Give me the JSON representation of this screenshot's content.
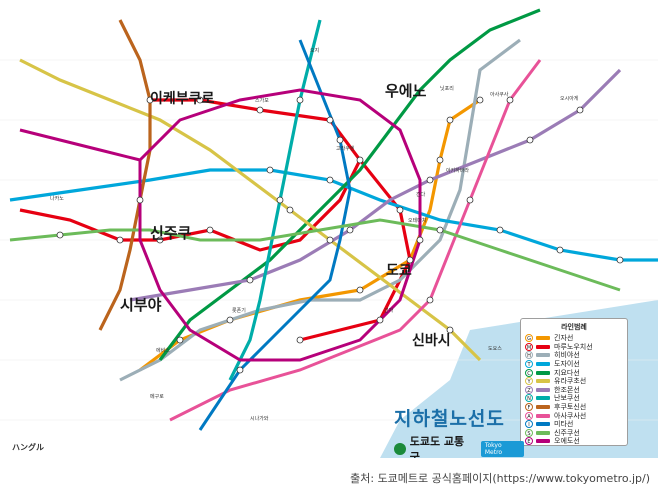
{
  "map": {
    "title": "지하철노선도",
    "organization": "도쿄도 교통국",
    "metro_badge": "Tokyo Metro",
    "hangul_label": "ハングル",
    "bay_color": "#bfe0f0"
  },
  "major_stations": [
    {
      "id": "ikebukuro",
      "name": "이케부쿠로"
    },
    {
      "id": "ueno",
      "name": "우에노"
    },
    {
      "id": "shinjuku",
      "name": "신주쿠"
    },
    {
      "id": "tokyo",
      "name": "도쿄"
    },
    {
      "id": "shibuya",
      "name": "시부야"
    },
    {
      "id": "shimbashi",
      "name": "신바시"
    }
  ],
  "stations": [
    "오지",
    "닛포리",
    "스가모",
    "고라쿠엔",
    "오테마치",
    "긴자",
    "아사쿠사",
    "롯폰기",
    "시나가와",
    "메구로",
    "에비스",
    "나카노",
    "아키하바라",
    "오시아게",
    "도요스",
    "간다"
  ],
  "legend": {
    "header": "라인범례",
    "items": [
      {
        "letter": "G",
        "name": "긴자선",
        "color": "#f39700"
      },
      {
        "letter": "M",
        "name": "마루노우치선",
        "color": "#e60012"
      },
      {
        "letter": "H",
        "name": "히비야선",
        "color": "#9caeb7"
      },
      {
        "letter": "T",
        "name": "도자이선",
        "color": "#00a7db"
      },
      {
        "letter": "C",
        "name": "지요다선",
        "color": "#009944"
      },
      {
        "letter": "Y",
        "name": "유라쿠초선",
        "color": "#d7c447"
      },
      {
        "letter": "Z",
        "name": "한조몬선",
        "color": "#9b7cb6"
      },
      {
        "letter": "N",
        "name": "난보쿠선",
        "color": "#00ada9"
      },
      {
        "letter": "F",
        "name": "후쿠토신선",
        "color": "#bb641d"
      },
      {
        "letter": "A",
        "name": "아사쿠사선",
        "color": "#e85298"
      },
      {
        "letter": "I",
        "name": "미타선",
        "color": "#0079c2"
      },
      {
        "letter": "S",
        "name": "신주쿠선",
        "color": "#6cbb5a"
      },
      {
        "letter": "E",
        "name": "오에도선",
        "color": "#b6007a"
      }
    ]
  },
  "source_caption": "출처: 도쿄메트로 공식홈페이지(https://www.tokyometro.jp/)"
}
